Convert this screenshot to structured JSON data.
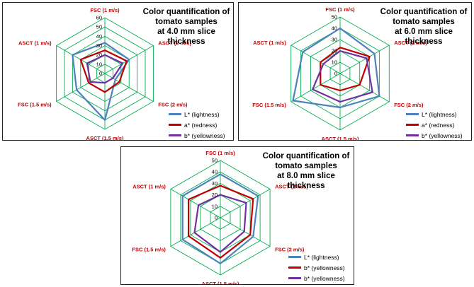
{
  "chart_data": [
    {
      "type": "radar",
      "title": "Color quantification of\ntomato samples\nat 4.0 mm slice thickness",
      "categories": [
        "FSC  (1 m/s)",
        "ASCT (2 m/s)",
        "FSC (2 m/s)",
        "ASCT (1.5 m/s)",
        "FSC (1.5 m/s)",
        "ASCT (1 m/s)"
      ],
      "rlim": [
        0,
        60
      ],
      "ticks": [
        "0",
        "10",
        "20",
        "30",
        "40",
        "50",
        "60"
      ],
      "series": [
        {
          "name": "L* (lightness)",
          "color": "#4f81bd",
          "values": [
            33,
            30,
            13,
            50,
            35,
            40
          ]
        },
        {
          "name": "a* (redness)",
          "color": "#c00000",
          "values": [
            25,
            27,
            18,
            20,
            20,
            30
          ]
        },
        {
          "name": "b* (yellowness)",
          "color": "#7030a0",
          "values": [
            20,
            22,
            10,
            10,
            18,
            22
          ]
        }
      ]
    },
    {
      "type": "radar",
      "title": "Color quantification of\ntomato samples\nat 6.0 mm slice thickness",
      "categories": [
        "FSC  (1 m/s)",
        "ASCT (2 m/s)",
        "FSC (2 m/s)",
        "ASCT (1.5 m/s)",
        "FSC (1.5 m/s)",
        "ASCT (1 m/s)"
      ],
      "rlim": [
        0,
        50
      ],
      "ticks": [
        "0",
        "10",
        "20",
        "30",
        "40",
        "50"
      ],
      "series": [
        {
          "name": "L* (lightness)",
          "color": "#4f81bd",
          "values": [
            40,
            35,
            40,
            30,
            48,
            38
          ]
        },
        {
          "name": "a* (redness)",
          "color": "#c00000",
          "values": [
            23,
            30,
            20,
            15,
            20,
            20
          ]
        },
        {
          "name": "b* (yellowness)",
          "color": "#7030a0",
          "values": [
            20,
            27,
            33,
            25,
            28,
            17
          ]
        }
      ]
    },
    {
      "type": "radar",
      "title": "Color quantification of\ntomato samples\nat 8.0 mm slice thickness",
      "categories": [
        "FSC  (1 m/s)",
        "ASCT (2 m/s)",
        "FSC (2 m/s)",
        "ASCT (1.5 m/s)",
        "FSC (1.5 m/s)",
        "ASCT (1 m/s)"
      ],
      "rlim": [
        0,
        50
      ],
      "ticks": [
        "0",
        "10",
        "20",
        "30",
        "40",
        "50"
      ],
      "series": [
        {
          "name": "L* (lightness)",
          "color": "#4f81bd",
          "values": [
            38,
            38,
            33,
            40,
            38,
            38
          ]
        },
        {
          "name": "b* (yellowness)",
          "color": "#c00000",
          "values": [
            28,
            33,
            30,
            35,
            32,
            32
          ]
        },
        {
          "name": "b* (yellowness)",
          "color": "#7030a0",
          "values": [
            20,
            26,
            24,
            30,
            26,
            22
          ]
        }
      ]
    }
  ],
  "colors": {
    "grid": "#00b050",
    "category_label": "#c00000",
    "tick_label": "#000000"
  }
}
